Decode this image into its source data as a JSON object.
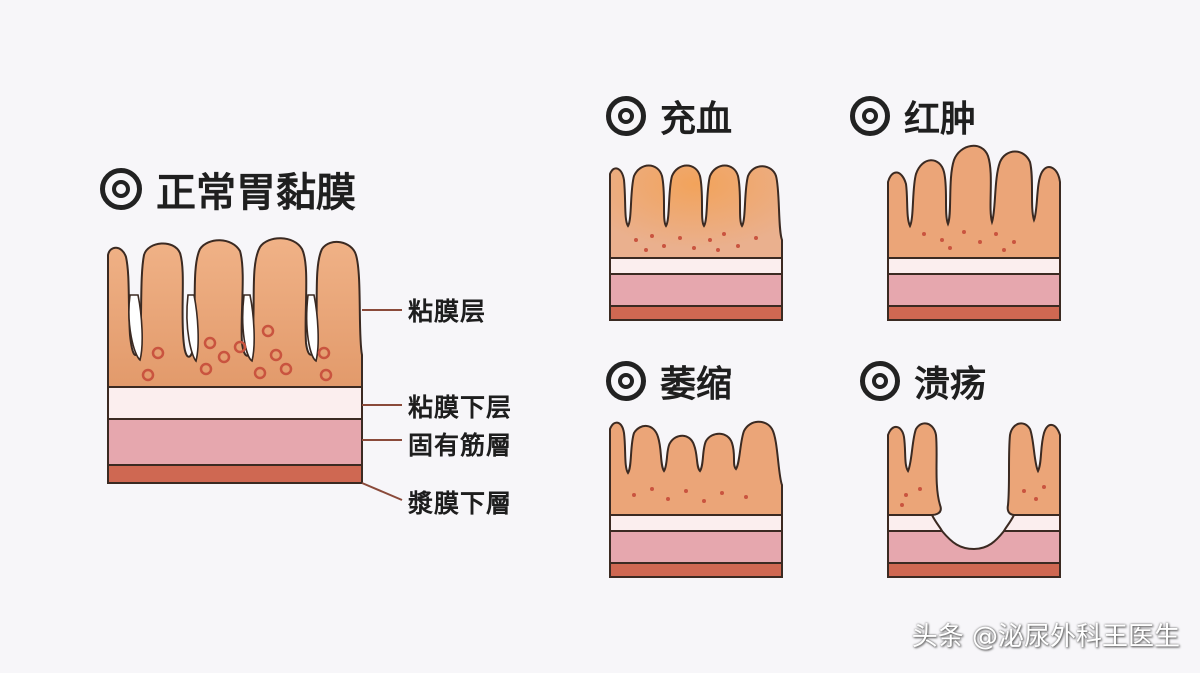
{
  "main_title": "正常胃黏膜",
  "layers": {
    "mucosa": "粘膜层",
    "submucosa": "粘膜下层",
    "muscularis": "固有筋層",
    "subserosa": "漿膜下層"
  },
  "panels": {
    "congestion": "充血",
    "swelling": "红肿",
    "atrophy": "萎缩",
    "ulcer": "溃疡"
  },
  "watermark": "头条 @泌尿外科王医生",
  "colors": {
    "mucosa_fill": "#e8a273",
    "submucosa_fill": "#fbeeee",
    "muscularis_fill": "#e6a7ae",
    "serosa_fill": "#cf6852",
    "outline": "#3b2a22",
    "gland_spot": "#c9543f"
  }
}
